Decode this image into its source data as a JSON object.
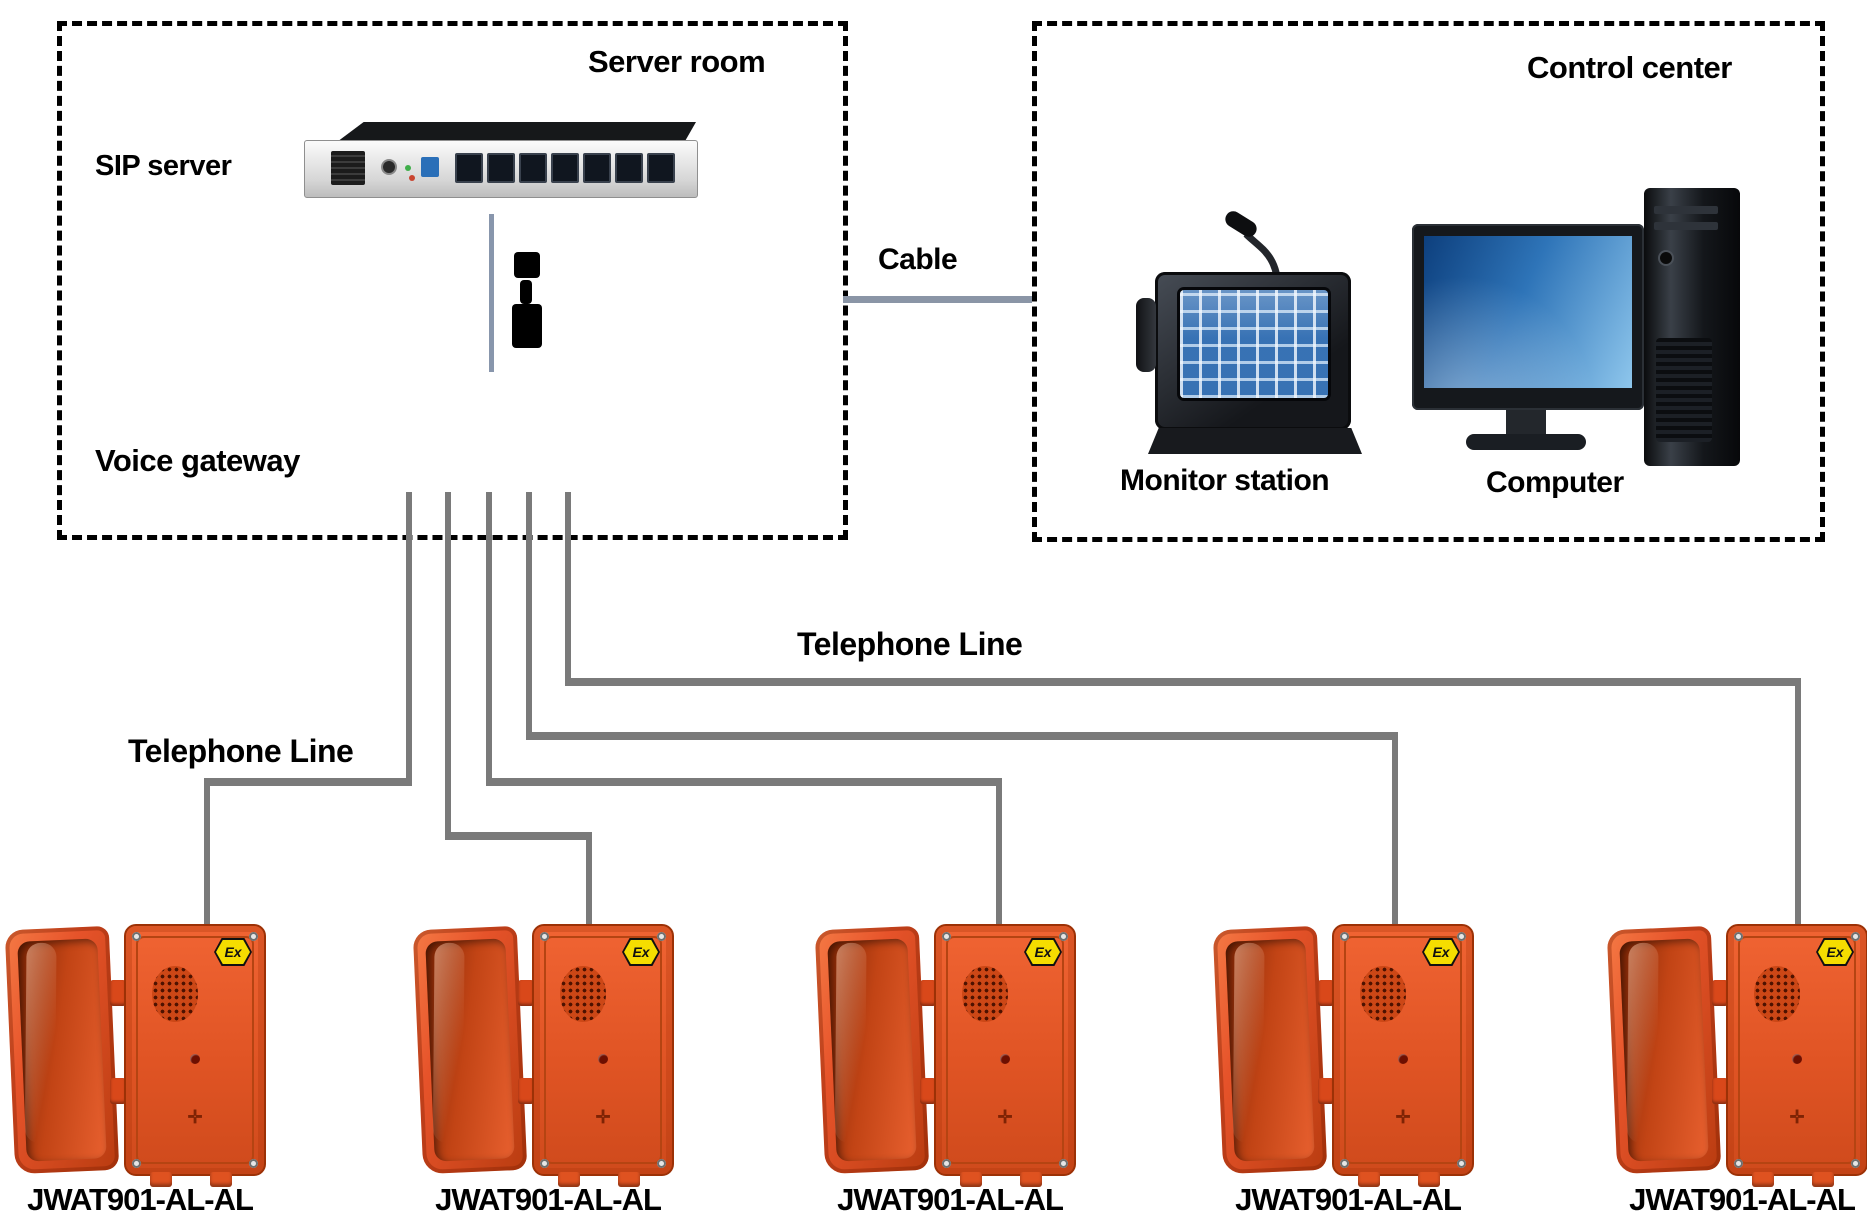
{
  "diagram": {
    "server_room": {
      "title": "Server room",
      "server_label": "SIP server",
      "gateway_label": "Voice gateway"
    },
    "control_center": {
      "title": "Control center",
      "monitor_station_label": "Monitor station",
      "computer_label": "Computer"
    },
    "connections": {
      "cable_label": "Cable",
      "telephone_line_upper": "Telephone Line",
      "telephone_line_lower": "Telephone Line"
    },
    "phones": [
      {
        "label": "JWAT901-AL-AL",
        "ex_badge": "Ex"
      },
      {
        "label": "JWAT901-AL-AL",
        "ex_badge": "Ex"
      },
      {
        "label": "JWAT901-AL-AL",
        "ex_badge": "Ex"
      },
      {
        "label": "JWAT901-AL-AL",
        "ex_badge": "Ex"
      },
      {
        "label": "JWAT901-AL-AL",
        "ex_badge": "Ex"
      }
    ],
    "colors": {
      "wire_gray": "#7a7a7a",
      "blue_cable": "#8896ac",
      "cable_link": "#8a95a6",
      "phone_orange": "#e05424",
      "ex_badge_yellow": "#f5dd00",
      "screen_blue": "#2e6cb0",
      "box_border": "#000000"
    }
  }
}
